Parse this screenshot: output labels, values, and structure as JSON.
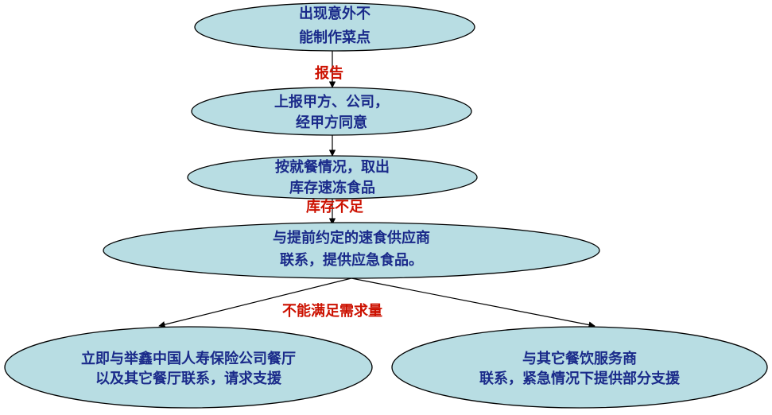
{
  "colors": {
    "node_fill": "#b8dde3",
    "node_text": "#1a2a8a",
    "edge_label": "#cc1100"
  },
  "nodes": [
    {
      "id": "n1",
      "lines": [
        "出现意外不",
        "能制作菜点"
      ]
    },
    {
      "id": "n2",
      "lines": [
        "上报甲方、公司，",
        "经甲方同意"
      ]
    },
    {
      "id": "n3",
      "lines": [
        "按就餐情况，取出",
        "库存速冻食品"
      ]
    },
    {
      "id": "n4",
      "lines": [
        "与提前约定的速食供应商",
        "联系，提供应急食品。"
      ]
    },
    {
      "id": "n5",
      "lines": [
        "立即与举鑫中国人寿保险公司餐厅",
        "以及其它餐厅联系，请求支援"
      ]
    },
    {
      "id": "n6",
      "lines": [
        "与其它餐饮服务商",
        "联系，紧急情况下提供部分支援"
      ]
    }
  ],
  "edges": [
    {
      "from": "n1",
      "to": "n2",
      "label": "报告"
    },
    {
      "from": "n2",
      "to": "n3",
      "label": ""
    },
    {
      "from": "n3",
      "to": "n4",
      "label": "库存不足"
    },
    {
      "from": "n4",
      "to": "n5",
      "label": "不能满足需求量"
    },
    {
      "from": "n4",
      "to": "n6",
      "label": ""
    }
  ]
}
